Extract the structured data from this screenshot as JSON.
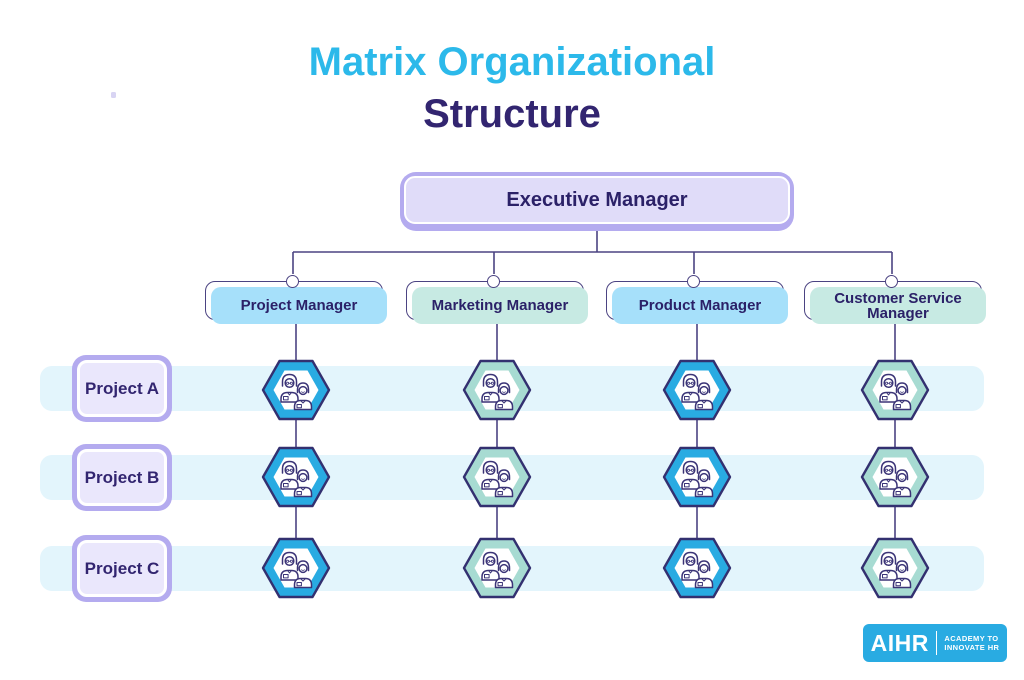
{
  "title": {
    "line1": "Matrix Organizational",
    "line2": "Structure"
  },
  "org": {
    "executive": {
      "label": "Executive Manager"
    },
    "managers": [
      {
        "label": "Project Manager",
        "box_color": "#A6E0FA",
        "hex_color": "#29ABE2"
      },
      {
        "label": "Marketing Manager",
        "box_color": "#C7EAE3",
        "hex_color": "#A7DBD2"
      },
      {
        "label": "Product Manager",
        "box_color": "#A6E0FA",
        "hex_color": "#29ABE2"
      },
      {
        "label": "Customer Service Manager",
        "box_color": "#C7EAE3",
        "hex_color": "#A7DBD2"
      }
    ],
    "projects": [
      {
        "label": "Project A"
      },
      {
        "label": "Project B"
      },
      {
        "label": "Project C"
      }
    ],
    "cell_icon": "team-members-icon"
  },
  "logo": {
    "brand": "AIHR",
    "tagline": [
      "ACADEMY TO",
      "INNOVATE HR"
    ]
  },
  "colors": {
    "title_accent": "#2CB9EA",
    "title_dark": "#322570",
    "text_dark": "#2B2168",
    "connector_line": "#4B4382",
    "row_band": "#E3F5FC",
    "lavender_outer": "#B4ABEF",
    "lavender_inner": "#E0DCF9",
    "hexagon_border": "#333070",
    "logo_blue": "#29ABE2"
  }
}
